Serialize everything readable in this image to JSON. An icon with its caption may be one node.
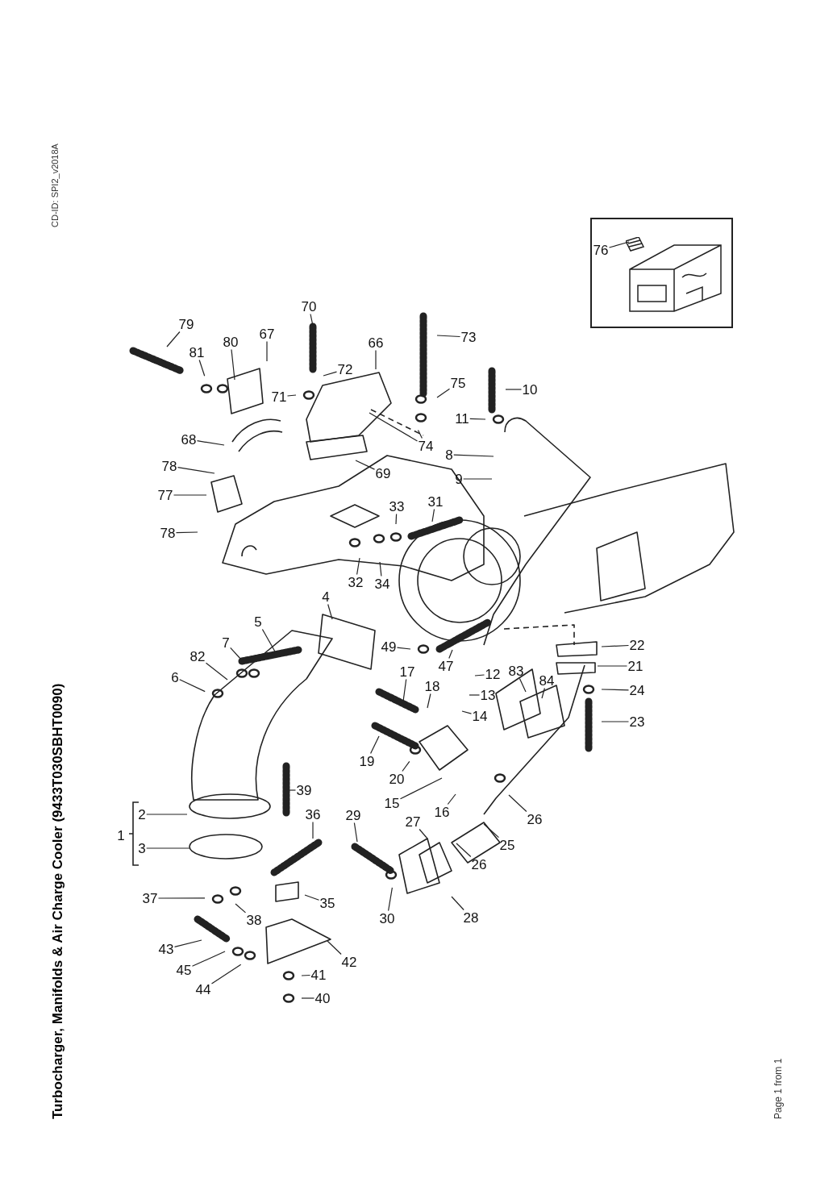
{
  "diagram": {
    "title": "Turbocharger, Manifolds & Air Charge Cooler (9433T030SBHT0090)",
    "nodes": [
      {
        "text": [],
        "shape": "box"
      },
      {
        "text": [
          "76"
        ],
        "in": 0
      },
      {
        "text": [
          "79"
        ]
      },
      {
        "text": [
          "70"
        ]
      },
      {
        "text": [
          "67"
        ]
      },
      {
        "text": [
          "80"
        ]
      },
      {
        "text": [
          "81"
        ]
      },
      {
        "text": [
          "66"
        ]
      },
      {
        "text": [
          "73"
        ]
      },
      {
        "text": [
          "72"
        ]
      },
      {
        "text": [
          "10"
        ]
      },
      {
        "text": [
          "71"
        ]
      },
      {
        "text": [
          "75"
        ]
      },
      {
        "text": [
          "11"
        ]
      },
      {
        "text": [
          "68"
        ]
      },
      {
        "text": [
          "74"
        ]
      },
      {
        "text": [
          "8"
        ]
      },
      {
        "text": [
          "78"
        ]
      },
      {
        "text": [
          "69"
        ]
      },
      {
        "text": [
          "9"
        ]
      },
      {
        "text": [
          "77"
        ]
      },
      {
        "text": [
          "31"
        ]
      },
      {
        "text": [
          "33"
        ]
      },
      {
        "text": [
          "78"
        ]
      },
      {
        "text": [
          "32"
        ]
      },
      {
        "text": [
          "34"
        ]
      },
      {
        "text": [
          "4"
        ]
      },
      {
        "text": [
          "5"
        ]
      },
      {
        "text": [
          "7"
        ]
      },
      {
        "text": [
          "22"
        ]
      },
      {
        "text": [
          "49"
        ]
      },
      {
        "text": [
          "82"
        ]
      },
      {
        "text": [
          "47"
        ]
      },
      {
        "text": [
          "21"
        ]
      },
      {
        "text": [
          "83"
        ]
      },
      {
        "text": [
          "12"
        ]
      },
      {
        "text": [
          "17"
        ]
      },
      {
        "text": [
          "6"
        ]
      },
      {
        "text": [
          "84"
        ]
      },
      {
        "text": [
          "18"
        ]
      },
      {
        "text": [
          "24"
        ]
      },
      {
        "text": [
          "13"
        ]
      },
      {
        "text": [
          "14"
        ]
      },
      {
        "text": [
          "23"
        ]
      },
      {
        "text": [
          "19"
        ]
      },
      {
        "text": [
          "20"
        ]
      },
      {
        "text": [
          "39"
        ]
      },
      {
        "text": [
          "15"
        ]
      },
      {
        "text": [
          "16"
        ]
      },
      {
        "text": [
          "2"
        ]
      },
      {
        "text": [
          "36"
        ]
      },
      {
        "text": [
          "29"
        ]
      },
      {
        "text": [
          "26"
        ]
      },
      {
        "text": [
          "27"
        ]
      },
      {
        "text": [
          "1"
        ]
      },
      {
        "text": [
          "25"
        ]
      },
      {
        "text": [
          "3"
        ]
      },
      {
        "text": [
          "26"
        ]
      },
      {
        "text": [
          "37"
        ]
      },
      {
        "text": [
          "35"
        ]
      },
      {
        "text": [
          "30"
        ]
      },
      {
        "text": [
          "28"
        ]
      },
      {
        "text": [
          "38"
        ]
      },
      {
        "text": [
          "43"
        ]
      },
      {
        "text": [
          "42"
        ]
      },
      {
        "text": [
          "45"
        ]
      },
      {
        "text": [
          "41"
        ]
      },
      {
        "text": [
          "44"
        ]
      },
      {
        "text": [
          "40"
        ]
      }
    ],
    "edges": [
      {
        "from": 1,
        "to": null,
        "arrow": "none"
      },
      {
        "from": 2,
        "to": null,
        "arrow": "none"
      },
      {
        "from": 3,
        "to": null,
        "arrow": "none"
      },
      {
        "from": 4,
        "to": null,
        "arrow": "none"
      },
      {
        "from": 5,
        "to": null,
        "arrow": "none"
      },
      {
        "from": 6,
        "to": null,
        "arrow": "none"
      },
      {
        "from": 7,
        "to": null,
        "arrow": "none"
      },
      {
        "from": 8,
        "to": null,
        "arrow": "none"
      },
      {
        "from": 9,
        "to": null,
        "arrow": "none"
      },
      {
        "from": 10,
        "to": null,
        "arrow": "none"
      },
      {
        "from": 11,
        "to": null,
        "arrow": "none"
      },
      {
        "from": 12,
        "to": null,
        "arrow": "none"
      },
      {
        "from": 13,
        "to": null,
        "arrow": "none"
      },
      {
        "from": 14,
        "to": null,
        "arrow": "none"
      },
      {
        "from": 15,
        "to": null,
        "arrow": "none"
      },
      {
        "from": 15,
        "to": null,
        "arrow": "none"
      },
      {
        "from": 16,
        "to": null,
        "arrow": "none"
      },
      {
        "from": 17,
        "to": null,
        "arrow": "none"
      },
      {
        "from": 18,
        "to": null,
        "arrow": "none"
      },
      {
        "from": 19,
        "to": null,
        "arrow": "none"
      },
      {
        "from": 20,
        "to": null,
        "arrow": "none"
      },
      {
        "from": 21,
        "to": null,
        "arrow": "none"
      },
      {
        "from": 22,
        "to": null,
        "arrow": "none"
      },
      {
        "from": 23,
        "to": null,
        "arrow": "none"
      },
      {
        "from": 24,
        "to": null,
        "arrow": "none"
      },
      {
        "from": 25,
        "to": null,
        "arrow": "none"
      },
      {
        "from": 26,
        "to": null,
        "arrow": "none"
      },
      {
        "from": 27,
        "to": null,
        "arrow": "none"
      },
      {
        "from": 28,
        "to": null,
        "arrow": "none"
      },
      {
        "from": 29,
        "to": null,
        "arrow": "none"
      },
      {
        "from": 30,
        "to": null,
        "arrow": "none"
      },
      {
        "from": 31,
        "to": null,
        "arrow": "none"
      },
      {
        "from": 32,
        "to": null,
        "arrow": "none"
      },
      {
        "from": 33,
        "to": null,
        "arrow": "none"
      },
      {
        "from": 34,
        "to": null,
        "arrow": "none"
      },
      {
        "from": 35,
        "to": null,
        "arrow": "none"
      },
      {
        "from": 36,
        "to": null,
        "arrow": "none"
      },
      {
        "from": 37,
        "to": null,
        "arrow": "none"
      },
      {
        "from": 38,
        "to": null,
        "arrow": "none"
      },
      {
        "from": 39,
        "to": null,
        "arrow": "none"
      },
      {
        "from": 40,
        "to": null,
        "arrow": "none"
      },
      {
        "from": 41,
        "to": null,
        "arrow": "none"
      },
      {
        "from": 42,
        "to": null,
        "arrow": "none"
      },
      {
        "from": 43,
        "to": null,
        "arrow": "none"
      },
      {
        "from": 44,
        "to": null,
        "arrow": "none"
      },
      {
        "from": 45,
        "to": null,
        "arrow": "none"
      },
      {
        "from": 46,
        "to": null,
        "arrow": "none"
      },
      {
        "from": 47,
        "to": null,
        "arrow": "none"
      },
      {
        "from": 48,
        "to": null,
        "arrow": "none"
      },
      {
        "from": 49,
        "to": null,
        "arrow": "none"
      },
      {
        "from": 50,
        "to": null,
        "arrow": "none"
      },
      {
        "from": 51,
        "to": null,
        "arrow": "none"
      },
      {
        "from": 52,
        "to": null,
        "arrow": "none"
      },
      {
        "from": 53,
        "to": null,
        "arrow": "none"
      },
      {
        "from": 55,
        "to": null,
        "arrow": "none"
      },
      {
        "from": 56,
        "to": null,
        "arrow": "none"
      },
      {
        "from": 57,
        "to": null,
        "arrow": "none"
      },
      {
        "from": 58,
        "to": null,
        "arrow": "none"
      },
      {
        "from": 59,
        "to": null,
        "arrow": "none"
      },
      {
        "from": 60,
        "to": null,
        "arrow": "none"
      },
      {
        "from": 61,
        "to": null,
        "arrow": "none"
      },
      {
        "from": 62,
        "to": null,
        "arrow": "none"
      },
      {
        "from": 63,
        "to": null,
        "arrow": "none"
      },
      {
        "from": 64,
        "to": null,
        "arrow": "none"
      },
      {
        "from": 65,
        "to": null,
        "arrow": "none"
      },
      {
        "from": 66,
        "to": null,
        "arrow": "none"
      },
      {
        "from": 67,
        "to": null,
        "arrow": "none"
      },
      {
        "from": 68,
        "to": null,
        "arrow": "none"
      }
    ],
    "labels": [
      "CD-ID: SPI2_v2018A",
      "Page 1 from 1"
    ]
  }
}
